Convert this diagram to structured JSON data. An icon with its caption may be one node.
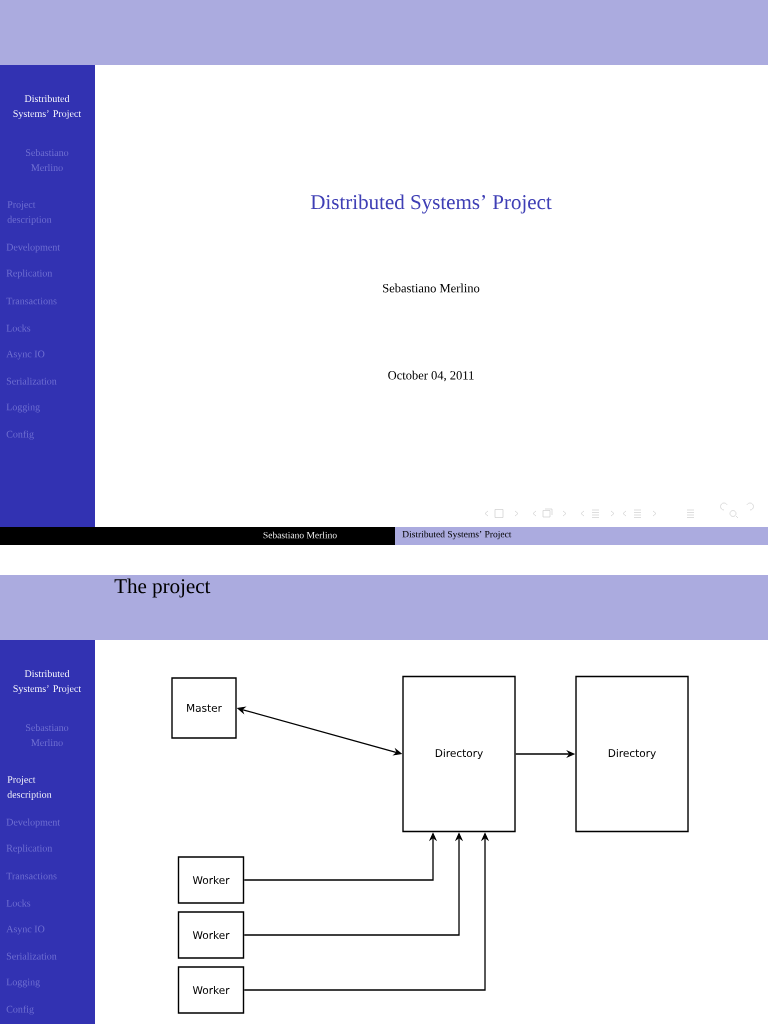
{
  "diagram": {
    "title": "The project",
    "nodes": [
      {
        "text": [
          "Master"
        ]
      },
      {
        "text": [
          "Directory"
        ]
      },
      {
        "text": [
          "Directory"
        ]
      },
      {
        "text": [
          "Worker"
        ]
      },
      {
        "text": [
          "Worker"
        ]
      },
      {
        "text": [
          "Worker"
        ]
      }
    ],
    "edges": [
      {
        "from": 0,
        "to": 1,
        "arrow": "both"
      },
      {
        "from": 1,
        "to": 2,
        "arrow": "to"
      },
      {
        "from": 3,
        "to": 1,
        "arrow": "to"
      },
      {
        "from": 4,
        "to": 1,
        "arrow": "to"
      },
      {
        "from": 5,
        "to": 1,
        "arrow": "to"
      }
    ],
    "labels": [
      "Distributed Systems’ Project",
      "Sebastiano Merlino",
      "Project description",
      "Development",
      "Replication",
      "Transactions",
      "Locks",
      "Async IO",
      "Serialization",
      "Logging",
      "Config",
      "Distributed Systems’ Project",
      "Sebastiano Merlino",
      "October 04, 2011",
      "Sebastiano Merlino",
      "Distributed Systems’ Project",
      "Distributed Systems’ Project",
      "Sebastiano Merlino",
      "Project description",
      "Development",
      "Replication",
      "Transactions",
      "Locks",
      "Async IO",
      "Serialization",
      "Logging",
      "Config"
    ]
  }
}
